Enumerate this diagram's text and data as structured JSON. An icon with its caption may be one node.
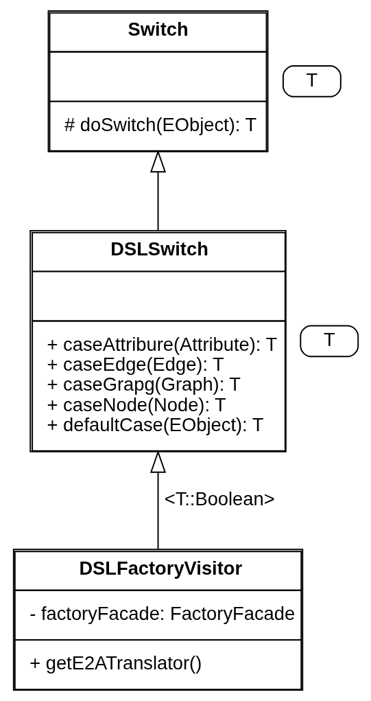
{
  "diagram": {
    "nodes": [
      {
        "text": [
          "Switch",
          "# doSwitch(EObject): T"
        ]
      },
      {
        "text": [
          "T"
        ]
      },
      {
        "text": [
          "DSLSwitch",
          "+ caseAttribure(Attribute): T",
          "+ caseEdge(Edge): T",
          "+ caseGrapg(Graph): T",
          "+ caseNode(Node): T",
          "+ defaultCase(EObject): T"
        ]
      },
      {
        "text": [
          "T"
        ]
      },
      {
        "text": [
          "DSLFactoryVisitor",
          "- factoryFacade: FactoryFacade",
          "+ getE2ATranslator()"
        ]
      }
    ],
    "edges": [
      {
        "from": 2,
        "to": 0,
        "arrow": "to"
      },
      {
        "from": 4,
        "to": 2,
        "arrow": "to",
        "label": "<T::Boolean>"
      }
    ]
  }
}
